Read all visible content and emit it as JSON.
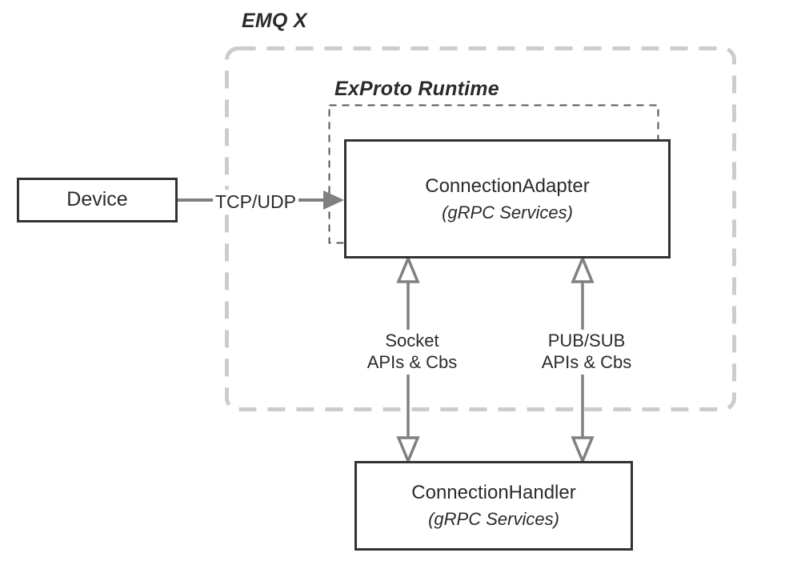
{
  "diagram": {
    "title_visible": false,
    "containers": [
      {
        "id": "emqx",
        "label": "EMQ X",
        "style": "dashed-rounded",
        "color": "#cccccc"
      },
      {
        "id": "exproto",
        "label": "ExProto Runtime",
        "style": "dashed",
        "color": "#555555"
      }
    ],
    "nodes": [
      {
        "id": "device",
        "title": "Device",
        "subtitle": ""
      },
      {
        "id": "connection_adapter",
        "title": "ConnectionAdapter",
        "subtitle": "(gRPC Services)"
      },
      {
        "id": "connection_handler",
        "title": "ConnectionHandler",
        "subtitle": "(gRPC Services)"
      }
    ],
    "edges": [
      {
        "id": "device-to-adapter",
        "from": "device",
        "to": "connection_adapter",
        "label": "TCP/UDP",
        "direction": "one-way",
        "arrowhead": "filled",
        "color": "#808080"
      },
      {
        "id": "socket-link",
        "from": "connection_adapter",
        "to": "connection_handler",
        "label_line1": "Socket",
        "label_line2": "APIs & Cbs",
        "direction": "two-way",
        "arrowhead": "hollow",
        "color": "#808080"
      },
      {
        "id": "pubsub-link",
        "from": "connection_adapter",
        "to": "connection_handler",
        "label_line1": "PUB/SUB",
        "label_line2": "APIs & Cbs",
        "direction": "two-way",
        "arrowhead": "hollow",
        "color": "#808080"
      }
    ],
    "colors": {
      "node_border": "#333333",
      "node_fill": "#ffffff",
      "text": "#2b2b2b",
      "arrow": "#808080",
      "outer_dash": "#cccccc",
      "inner_dash": "#555555",
      "background": "#ffffff"
    }
  }
}
